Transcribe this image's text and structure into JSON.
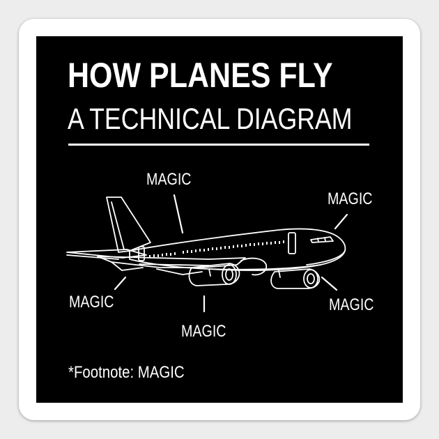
{
  "title": {
    "line1": "HOW PLANES FLY",
    "line2": "A TECHNICAL DIAGRAM"
  },
  "callouts": [
    {
      "text": "MAGIC"
    },
    {
      "text": "MAGIC"
    },
    {
      "text": "MAGIC"
    },
    {
      "text": "MAGIC"
    },
    {
      "text": "MAGIC"
    }
  ],
  "footnote": "*Footnote: MAGIC",
  "colors": {
    "background": "#000000",
    "ink": "#ffffff",
    "sticker_border": "#ffffff"
  }
}
